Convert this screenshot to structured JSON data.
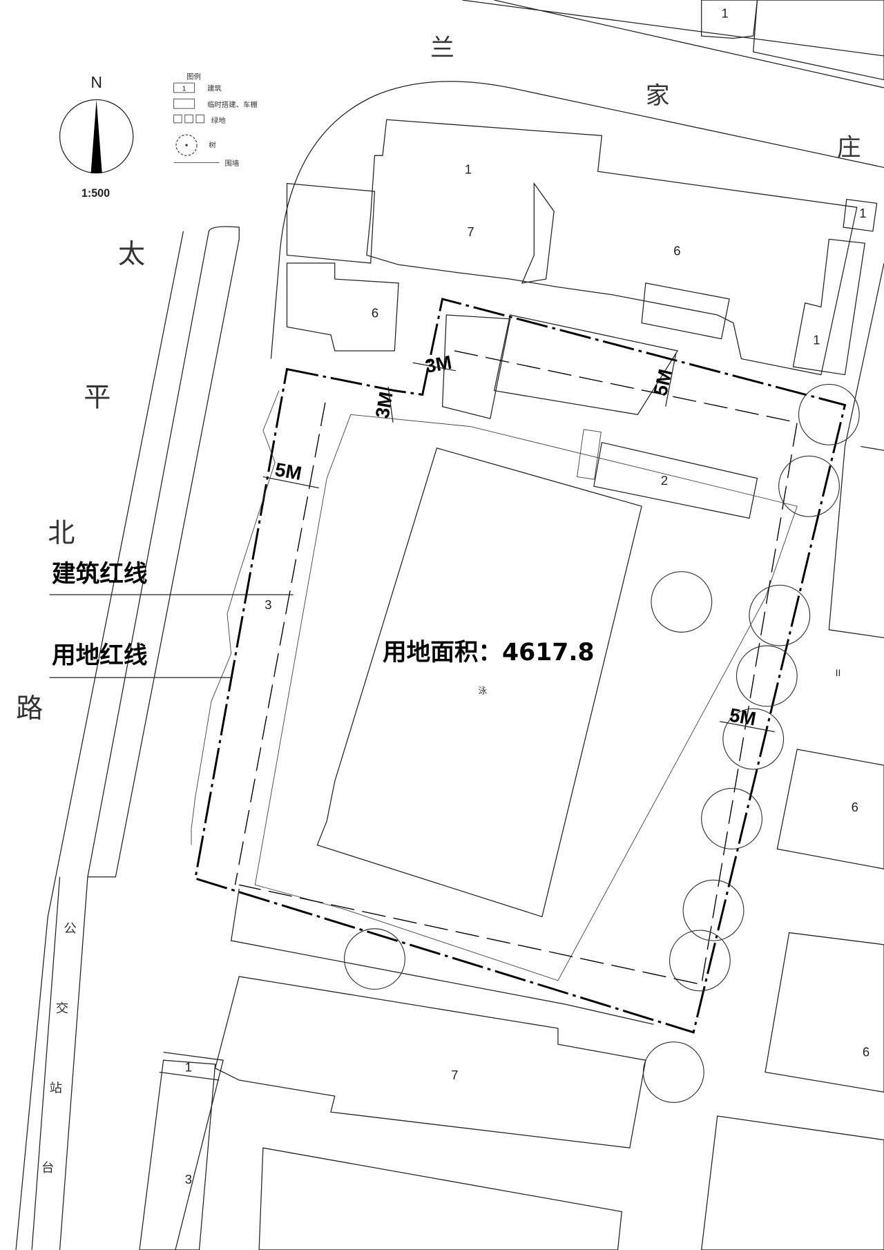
{
  "compass": {
    "north": "N",
    "scale": "1:500"
  },
  "legend": {
    "title": "图例",
    "items": [
      {
        "symbol": "1",
        "label": "建筑"
      },
      {
        "label": "临时搭建、车棚"
      },
      {
        "label": "绿地"
      },
      {
        "label": "树"
      },
      {
        "label": "围墙"
      }
    ]
  },
  "streets": {
    "north": [
      "兰",
      "家",
      "庄"
    ],
    "west": [
      "太",
      "平",
      "北",
      "路"
    ],
    "bus_stop": [
      "公",
      "交",
      "站",
      "台"
    ]
  },
  "annotations": {
    "building_line": "建筑红线",
    "land_line": "用地红线",
    "site_area": "用地面积：4617.8",
    "pool": "泳",
    "setbacks": [
      "3M",
      "3M",
      "5M",
      "5M",
      "5M"
    ]
  },
  "building_numbers": [
    "1",
    "1",
    "7",
    "6",
    "1",
    "6",
    "1",
    "2",
    "3",
    "6",
    "7",
    "6",
    "1",
    "3",
    "II"
  ]
}
